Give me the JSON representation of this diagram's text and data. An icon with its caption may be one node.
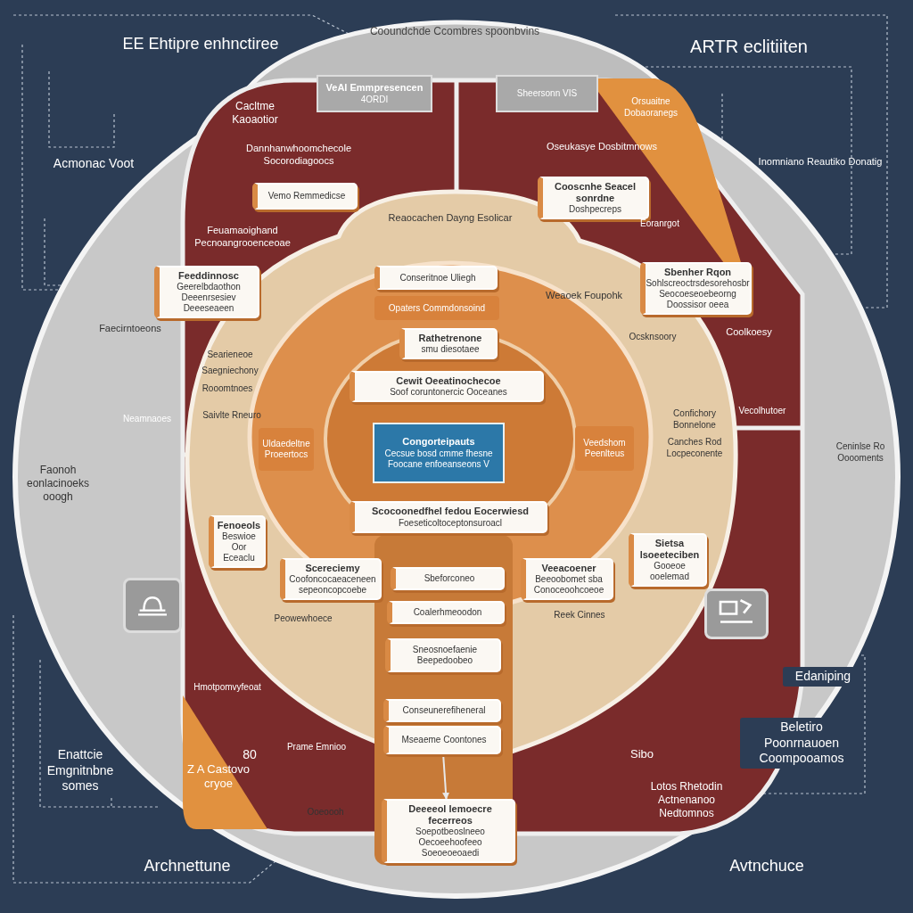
{
  "diagram": {
    "title": "EE Ehtipre enhnctiree",
    "nodes": [
      {
        "text": [
          "VeAI Emmpresencen",
          "4ORDI"
        ]
      },
      {
        "text": [
          "Sheersonn VIS"
        ]
      },
      {
        "text": [
          "Vemo Remmedicse"
        ]
      },
      {
        "text": [
          "Cooscnhe Seacel sonrdne",
          "Doshpecreps"
        ]
      },
      {
        "text": [
          "Feeddinnosc",
          "Geerelbdaothon",
          "Deeenrsesiev",
          "Deeeseaeen"
        ]
      },
      {
        "text": [
          "Sbenher Rqon",
          "Sohlscreoctrsdesorehosbr Seocoeseoebeorng Doossisor oeea"
        ]
      },
      {
        "text": [
          "Conseritnoe Uliegh"
        ]
      },
      {
        "text": [
          "Opaters Commdonsoind"
        ]
      },
      {
        "text": [
          "Rathetrenone",
          "smu diesotaee"
        ]
      },
      {
        "text": [
          "Cewit Oeeatinochecoe",
          "Soof coruntonercic Ooceanes"
        ]
      },
      {
        "text": [
          "Congorteipauts",
          "Cecsue bosd cmme fhesne Foocane enfoeanseons V"
        ]
      },
      {
        "text": [
          "Uldaedeltne Proeertocs"
        ]
      },
      {
        "text": [
          "Veedshom Peenlteus"
        ]
      },
      {
        "text": [
          "Scocoonedfhel fedou Eocerwiesd",
          "Foeseticoltoceptonsuroacl"
        ]
      },
      {
        "text": [
          "Fenoeols",
          "Beswioe",
          "Oor Eceaclu"
        ]
      },
      {
        "text": [
          "Scereciemy",
          "Coofoncocaeaceneen sepeoncopcoebe"
        ]
      },
      {
        "text": [
          "Veeacoener",
          "Beeoobomet sba Conoceoohcoeoe"
        ]
      },
      {
        "text": [
          "Sietsa lsoeeteciben",
          "Gooeoe ooelemad"
        ]
      },
      {
        "text": [
          "Sbeforconeo"
        ]
      },
      {
        "text": [
          "Coalerhmeoodon"
        ]
      },
      {
        "text": [
          "Sneosnoefaenie Beepedoobeo"
        ]
      },
      {
        "text": [
          "Conseunerefiheneral"
        ]
      },
      {
        "text": [
          "Mseaeme Coontones"
        ]
      },
      {
        "text": [
          "Deeeeol lemoecre fecerreos",
          "Soepotbeoslneeo Oecoeehoofeeo Soeoeoeoaedi"
        ]
      },
      {
        "text": [],
        "shape": "picture"
      },
      {
        "text": [],
        "shape": "picture"
      }
    ],
    "edges": [
      {
        "from": 22,
        "to": 23,
        "arrow": "to"
      }
    ],
    "labels": [
      "Cooundchde Ccombres spoonbvins",
      "ARTR eclitiiten",
      "Cacltme Kaoaotior",
      "Orsuaitne Dobaoranegs",
      "Acmonac Voot",
      "Dannhanwhoomchecole Socorodiagoocs",
      "Oseukasye Dosbitmnows",
      "Inomniano Reautiko Donatig",
      "Reaocachen Dayng Esolicar",
      "Feuamaoighand Pecnoangrooenceoae",
      "Eoranrgot",
      "Searieneoe",
      "Saegniechony",
      "Weaoek Foupohk",
      "Ocsknsoory",
      "Faecirntoeons",
      "Rooomtnoes",
      "Coolkoesy",
      "Saivlte Rneuro",
      "Neamnaoes",
      "Faonoh eonlacinoeks ooogh",
      "Confichory Bonnelone",
      "Canches Rod Locpeconente",
      "Vecolhutoer",
      "Ceninlse Ro Ooooments",
      "Peowewhoece",
      "Reek Cinnes",
      "Hmotpomvyfeoat",
      "Enattcie Emgnitnbne somes",
      "80",
      "Prame Emnioo",
      "Z A Castovo cryoe",
      "Ooeoooh",
      "Sibo",
      "Lotos Rhetodin Actnenanoo Nedtomnos",
      "Edaniping",
      "Beletiro Poonrnauoen Coompooamos",
      "Archnettune",
      "Avtnchuce"
    ]
  }
}
